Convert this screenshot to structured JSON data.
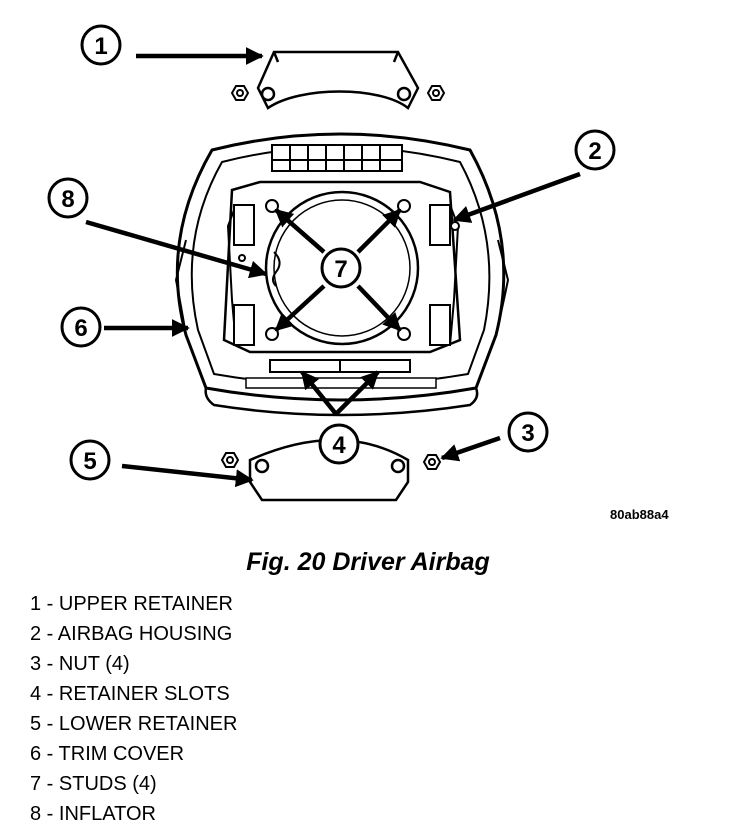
{
  "figure": {
    "code": "80ab88a4",
    "caption": "Fig. 20 Driver Airbag"
  },
  "callouts": [
    "1",
    "2",
    "3",
    "4",
    "5",
    "6",
    "7",
    "8"
  ],
  "legend": [
    "1 - UPPER RETAINER",
    "2 - AIRBAG HOUSING",
    "3 - NUT (4)",
    "4 - RETAINER SLOTS",
    "5 - LOWER RETAINER",
    "6 - TRIM COVER",
    "7 - STUDS (4)",
    "8 - INFLATOR"
  ]
}
